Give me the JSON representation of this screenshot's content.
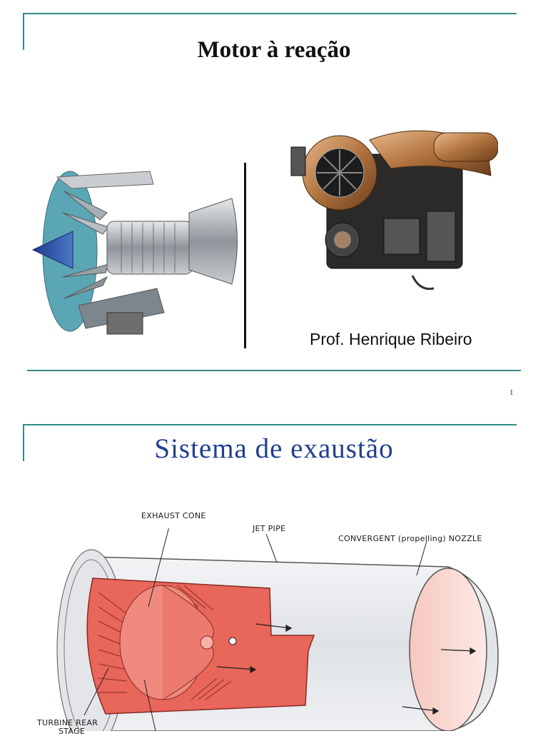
{
  "slide1": {
    "title": "Motor à reação",
    "author": "Prof. Henrique Ribeiro",
    "page_number": "1",
    "left_image": "turbofan-engine-cutaway",
    "right_image": "turboshaft-engine-photo"
  },
  "slide2": {
    "title": "Sistema de exaustão",
    "diagram": "exhaust-system-cutaway",
    "callouts": {
      "exhaust_cone": "EXHAUST CONE",
      "jet_pipe": "JET PIPE",
      "nozzle": "CONVERGENT (propelling) NOZZLE",
      "turbine_rear": "TURBINE REAR",
      "turbine_rear_2": "STAGE"
    }
  },
  "colors": {
    "accent_rule": "#2e8b88",
    "title2": "#1f3f8f",
    "exhaust_red": "#e8665a",
    "engine_copper": "#c98a4f"
  }
}
